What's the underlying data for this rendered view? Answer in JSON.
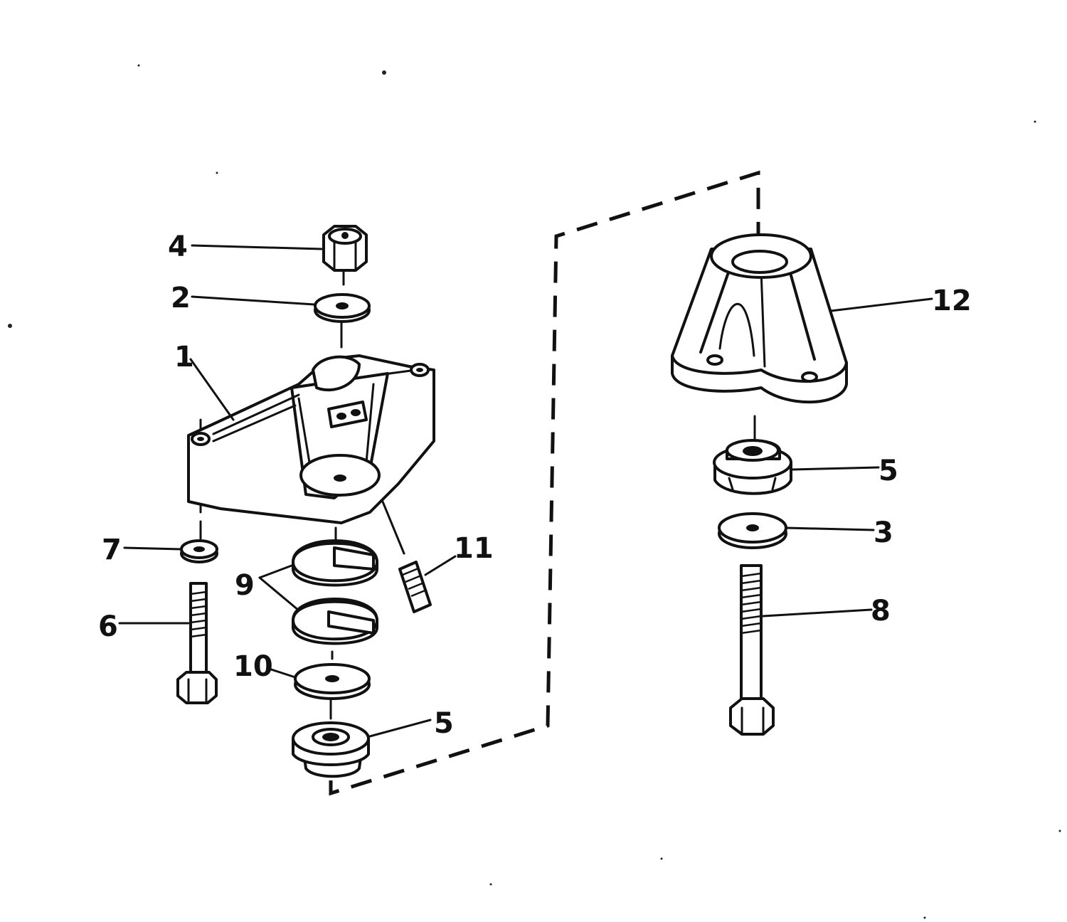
{
  "diagram": {
    "callouts": [
      {
        "id": "c1",
        "label": "1"
      },
      {
        "id": "c2",
        "label": "2"
      },
      {
        "id": "c3",
        "label": "3"
      },
      {
        "id": "c4",
        "label": "4"
      },
      {
        "id": "c5a",
        "label": "5"
      },
      {
        "id": "c5b",
        "label": "5"
      },
      {
        "id": "c6",
        "label": "6"
      },
      {
        "id": "c7",
        "label": "7"
      },
      {
        "id": "c8",
        "label": "8"
      },
      {
        "id": "c9",
        "label": "9"
      },
      {
        "id": "c10",
        "label": "10"
      },
      {
        "id": "c11",
        "label": "11"
      },
      {
        "id": "c12",
        "label": "12"
      }
    ],
    "colors": {
      "ink": "#111111",
      "paper": "#ffffff"
    }
  }
}
